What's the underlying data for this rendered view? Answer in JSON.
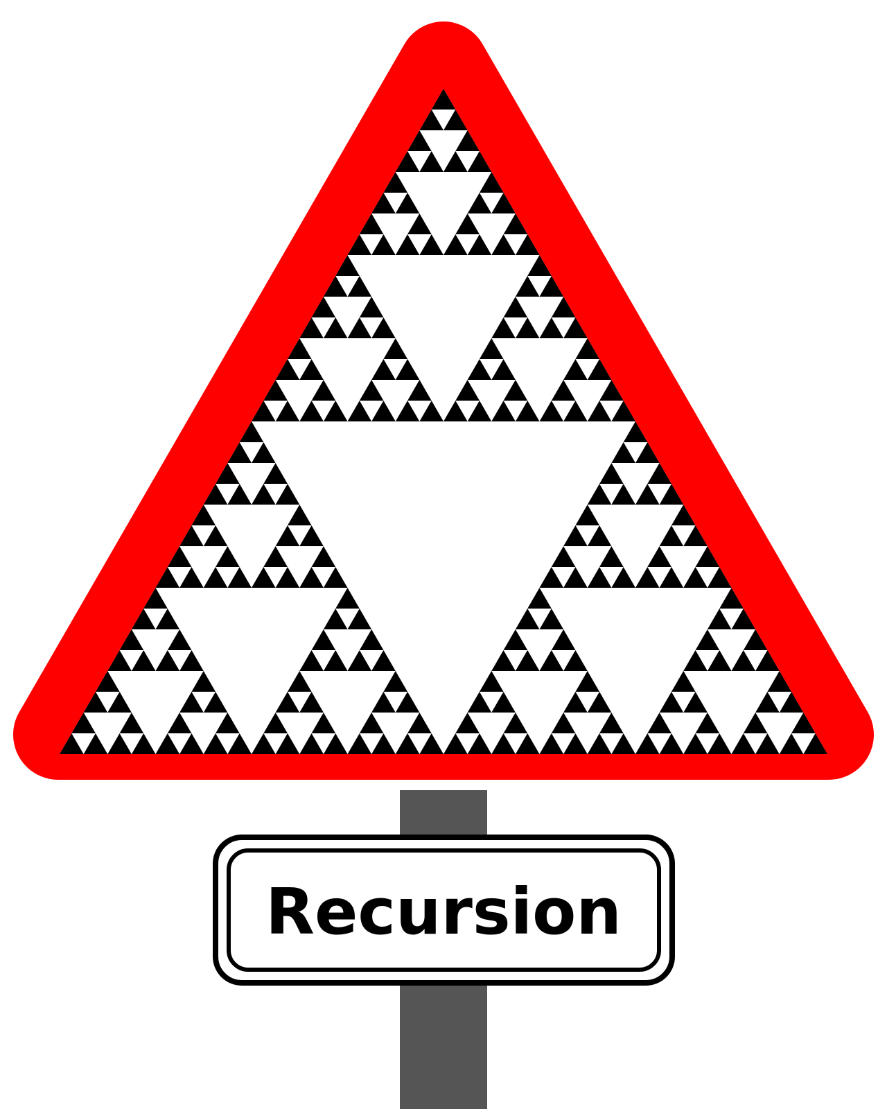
{
  "sign": {
    "type": "warning-triangle",
    "border_color": "#FF0000",
    "fill_color": "#FFFFFF",
    "fractal": {
      "name": "sierpinski-triangle",
      "depth": 5,
      "color": "#000000"
    }
  },
  "plate": {
    "text": "Recursion",
    "text_color": "#000000",
    "border_color": "#000000",
    "background": "#FFFFFF"
  },
  "post": {
    "color": "#555555"
  }
}
